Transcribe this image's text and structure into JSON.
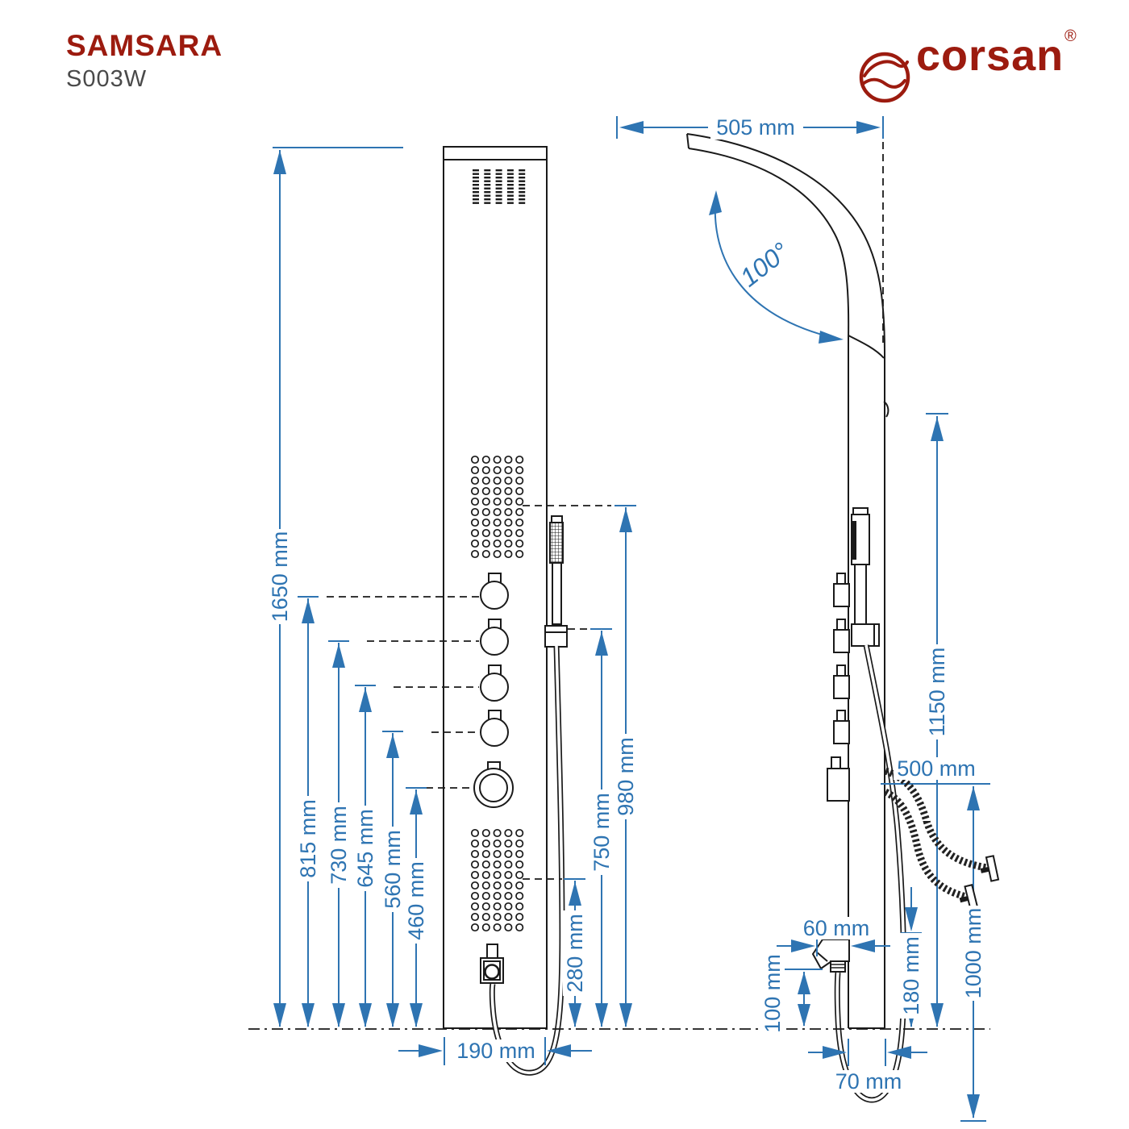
{
  "header": {
    "product_name": "SAMSARA",
    "product_code": "S003W"
  },
  "brand": {
    "name": "corsan",
    "registered": "®"
  },
  "colors": {
    "accent": "#2e74b2",
    "brand": "#9c1b0f",
    "line": "#1a1a1a"
  },
  "dimensions": {
    "total_height": "1650 mm",
    "knob1_height": "815 mm",
    "knob2_height": "730 mm",
    "knob3_height": "645 mm",
    "knob4_height": "560 mm",
    "diverter_height": "460 mm",
    "lower_jets_height": "280 mm",
    "holder_height": "750 mm",
    "upper_jets_height": "980 mm",
    "panel_width": "190 mm",
    "head_reach": "505 mm",
    "head_angle": "100°",
    "hand_shower_height": "1150 mm",
    "connection_offset": "500 mm",
    "connection_drop": "1000 mm",
    "hose_outlet_height": "180 mm",
    "spout_height": "100 mm",
    "spout_reach": "60 mm",
    "panel_depth": "70 mm"
  },
  "figure": {
    "head_nozzle_grid": {
      "cols": 5,
      "rows": 10
    },
    "upper_jet_grid": {
      "cols": 5,
      "rows": 10
    },
    "lower_jet_grid": {
      "cols": 5,
      "rows": 10
    }
  }
}
